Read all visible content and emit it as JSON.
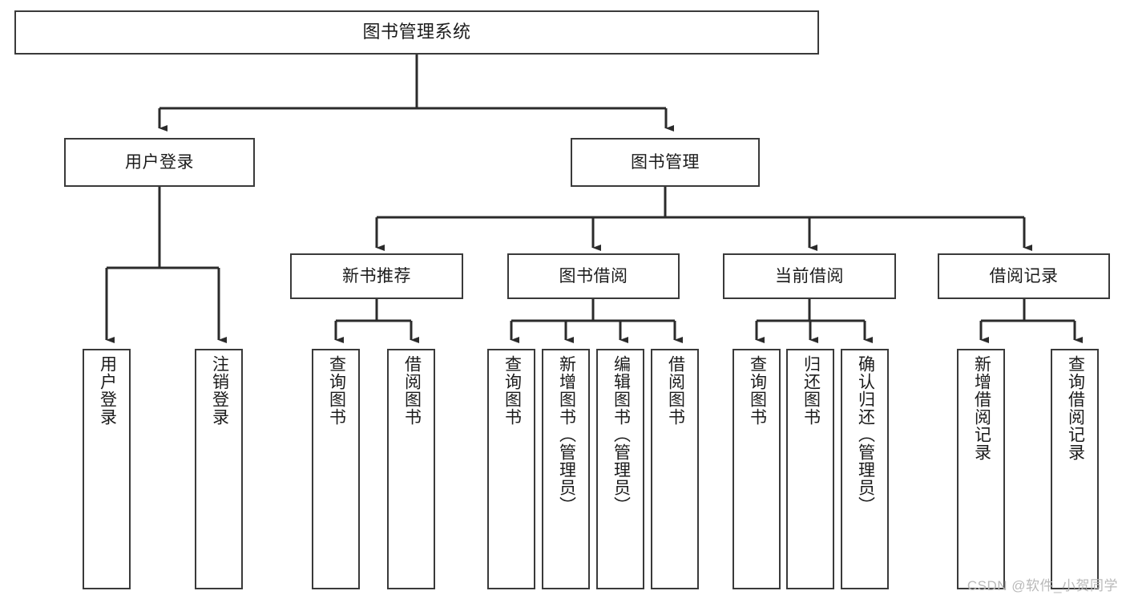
{
  "diagram": {
    "title": "图书管理系统",
    "type": "tree-hierarchy",
    "orientation": "top-down",
    "colors": {
      "box_border": "#3a3a3a",
      "box_fill": "#ffffff",
      "connector": "#2b2b2b",
      "text": "#1b1b1b",
      "watermark": "#b9b9b9"
    },
    "nodes": {
      "root": {
        "label": "图书管理系统",
        "level": 0
      },
      "level1": [
        {
          "id": "user-login",
          "label": "用户登录"
        },
        {
          "id": "book-manage",
          "label": "图书管理"
        }
      ],
      "level2": [
        {
          "id": "new-book-rec",
          "label": "新书推荐",
          "parent": "book-manage"
        },
        {
          "id": "book-borrow",
          "label": "图书借阅",
          "parent": "book-manage"
        },
        {
          "id": "current-borrow",
          "label": "当前借阅",
          "parent": "book-manage"
        },
        {
          "id": "borrow-record",
          "label": "借阅记录",
          "parent": "book-manage"
        }
      ],
      "leaves": [
        {
          "id": "leaf-user-login",
          "label": "用户登录",
          "parent": "user-login"
        },
        {
          "id": "leaf-logout-login",
          "label": "注销登录",
          "parent": "user-login"
        },
        {
          "id": "leaf-query-book-1",
          "label": "查询图书",
          "parent": "new-book-rec"
        },
        {
          "id": "leaf-borrow-book-1",
          "label": "借阅图书",
          "parent": "new-book-rec"
        },
        {
          "id": "leaf-query-book-2",
          "label": "查询图书",
          "parent": "book-borrow"
        },
        {
          "id": "leaf-add-book",
          "label": "新增图书（管理员）",
          "parent": "book-borrow"
        },
        {
          "id": "leaf-edit-book",
          "label": "编辑图书（管理员）",
          "parent": "book-borrow"
        },
        {
          "id": "leaf-borrow-book-2",
          "label": "借阅图书",
          "parent": "book-borrow"
        },
        {
          "id": "leaf-query-book-3",
          "label": "查询图书",
          "parent": "current-borrow"
        },
        {
          "id": "leaf-return-book",
          "label": "归还图书",
          "parent": "current-borrow"
        },
        {
          "id": "leaf-confirm-return",
          "label": "确认归还（管理员）",
          "parent": "current-borrow"
        },
        {
          "id": "leaf-add-record",
          "label": "新增借阅记录",
          "parent": "borrow-record"
        },
        {
          "id": "leaf-query-record",
          "label": "查询借阅记录",
          "parent": "borrow-record"
        }
      ]
    },
    "watermark": "CSDN @软件_小贺同学"
  }
}
